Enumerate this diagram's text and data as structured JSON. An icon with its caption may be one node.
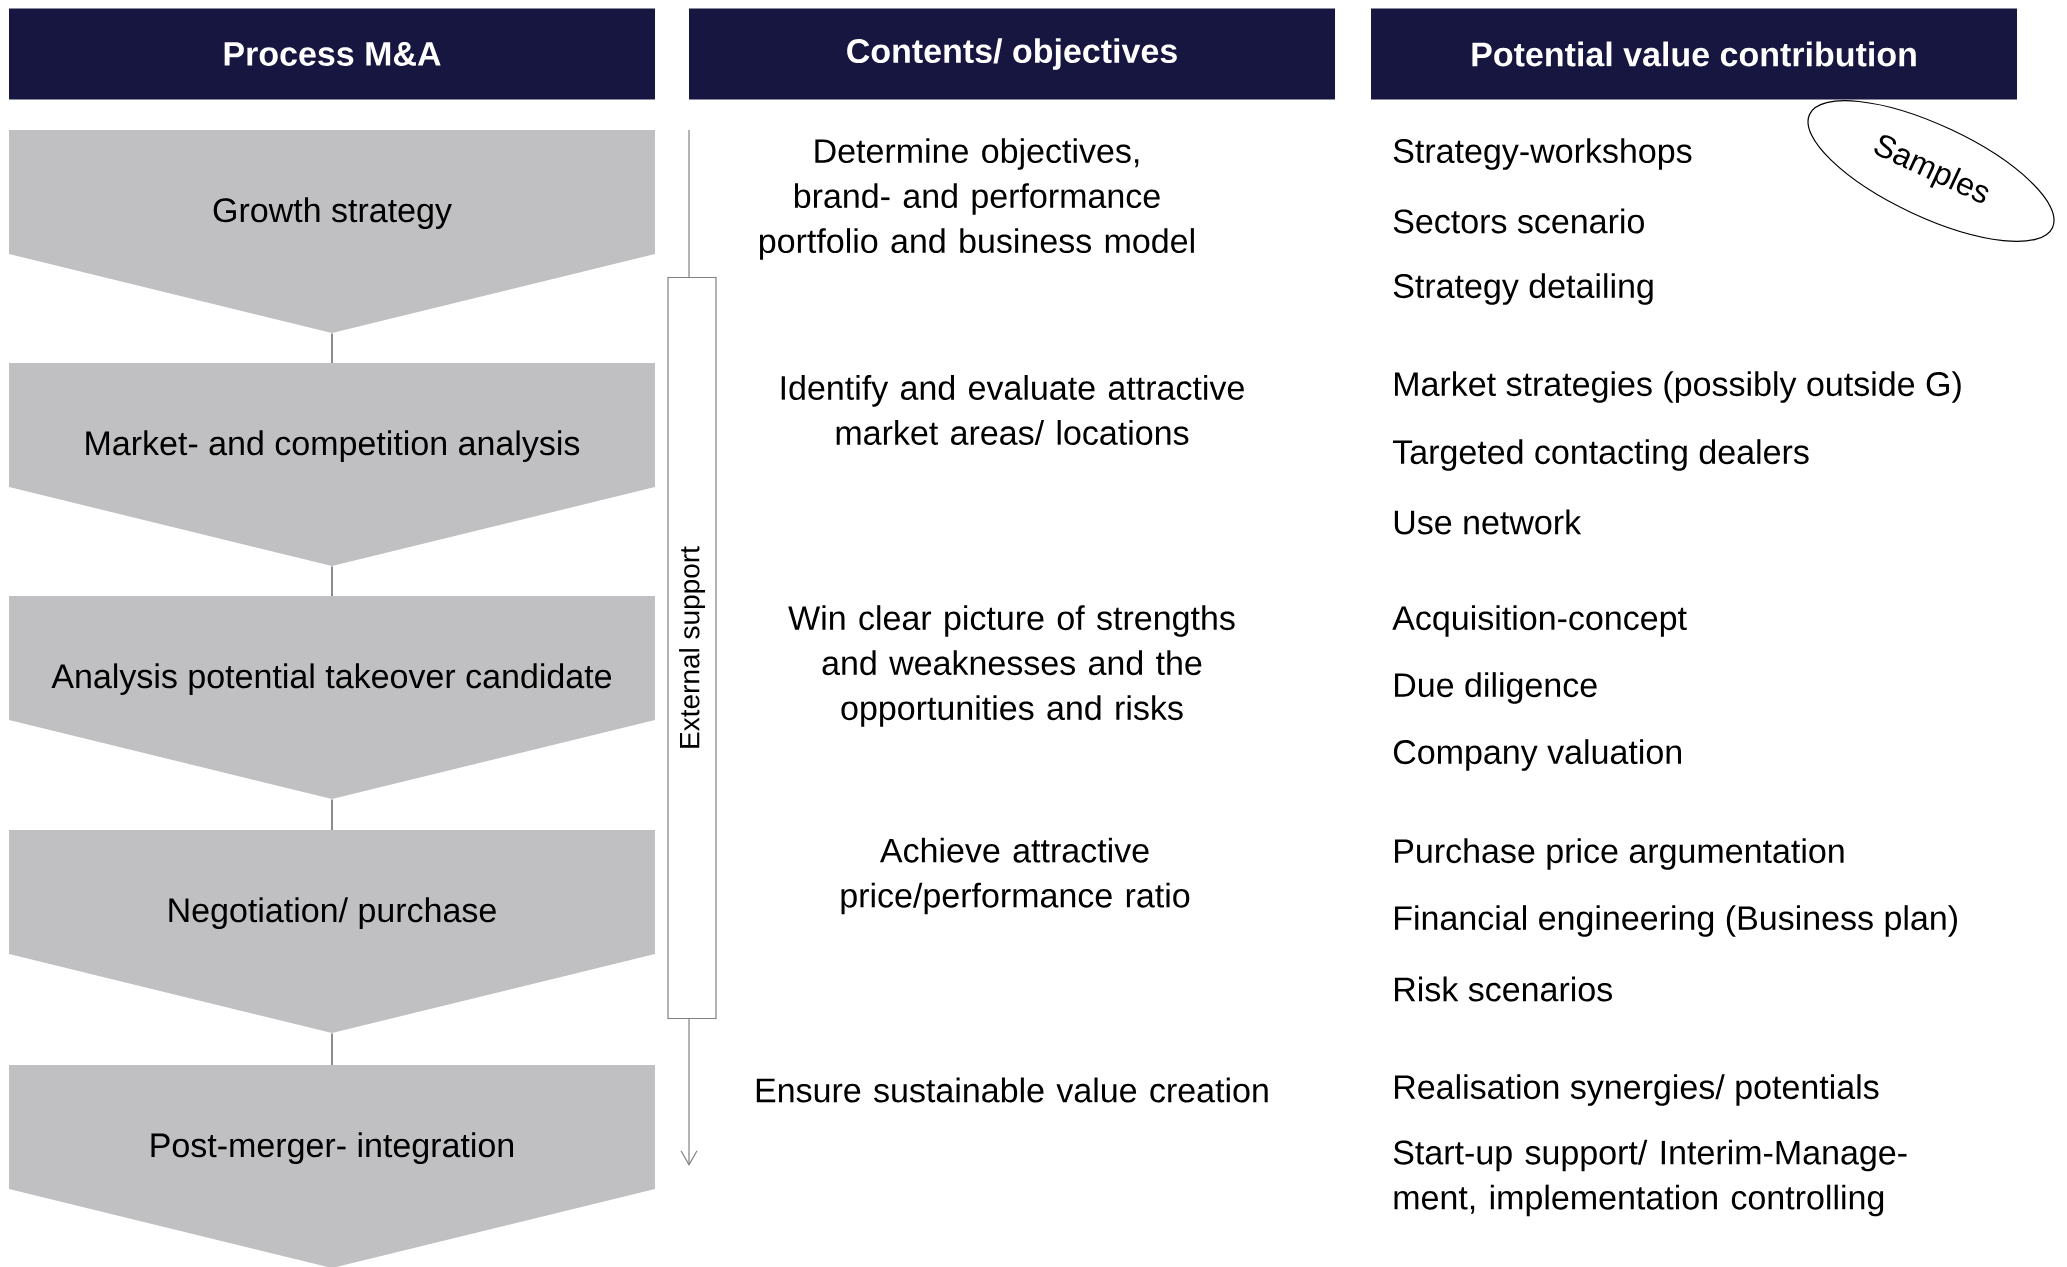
{
  "diagram": {
    "nodes": [
      {
        "text": [
          "Process M&A"
        ]
      },
      {
        "text": [
          "Contents/ objectives"
        ]
      },
      {
        "text": [
          "Potential value contribution"
        ]
      },
      {
        "text": [
          "Growth strategy"
        ]
      },
      {
        "text": [
          "Market- and competition analysis"
        ]
      },
      {
        "text": [
          "Analysis potential takeover candidate"
        ]
      },
      {
        "text": [
          "Negotiation/ purchase"
        ]
      },
      {
        "text": [
          "Post-merger- integration"
        ]
      },
      {
        "text": [
          "External support"
        ]
      },
      {
        "text": [
          "Samples"
        ]
      }
    ],
    "edges": [
      {
        "from": 3,
        "to": 4,
        "arrow": "none"
      },
      {
        "from": 4,
        "to": 5,
        "arrow": "none"
      },
      {
        "from": 5,
        "to": 6,
        "arrow": "none"
      },
      {
        "from": 6,
        "to": 7,
        "arrow": "none"
      }
    ],
    "labels": [
      "Determine objectives, brand- and performance portfolio and business model",
      "Strategy-workshops",
      "Sectors scenario",
      "Strategy detailing",
      "Identify and evaluate attractive market areas/ locations",
      "Market strategies (possibly outside G)",
      "Targeted contacting dealers",
      "Use network",
      "Win clear picture of strengths and weaknesses and the opportunities and risks",
      "Acquisition-concept",
      "Due diligence",
      "Company valuation",
      "Achieve attractive price/performance ratio",
      "Purchase price argumentation",
      "Financial engineering (Business plan)",
      "Risk scenarios",
      "Ensure sustainable value creation",
      "Realisation synergies/ potentials",
      "Start-up support/ Interim-Manage- ment, implementation controlling"
    ]
  }
}
